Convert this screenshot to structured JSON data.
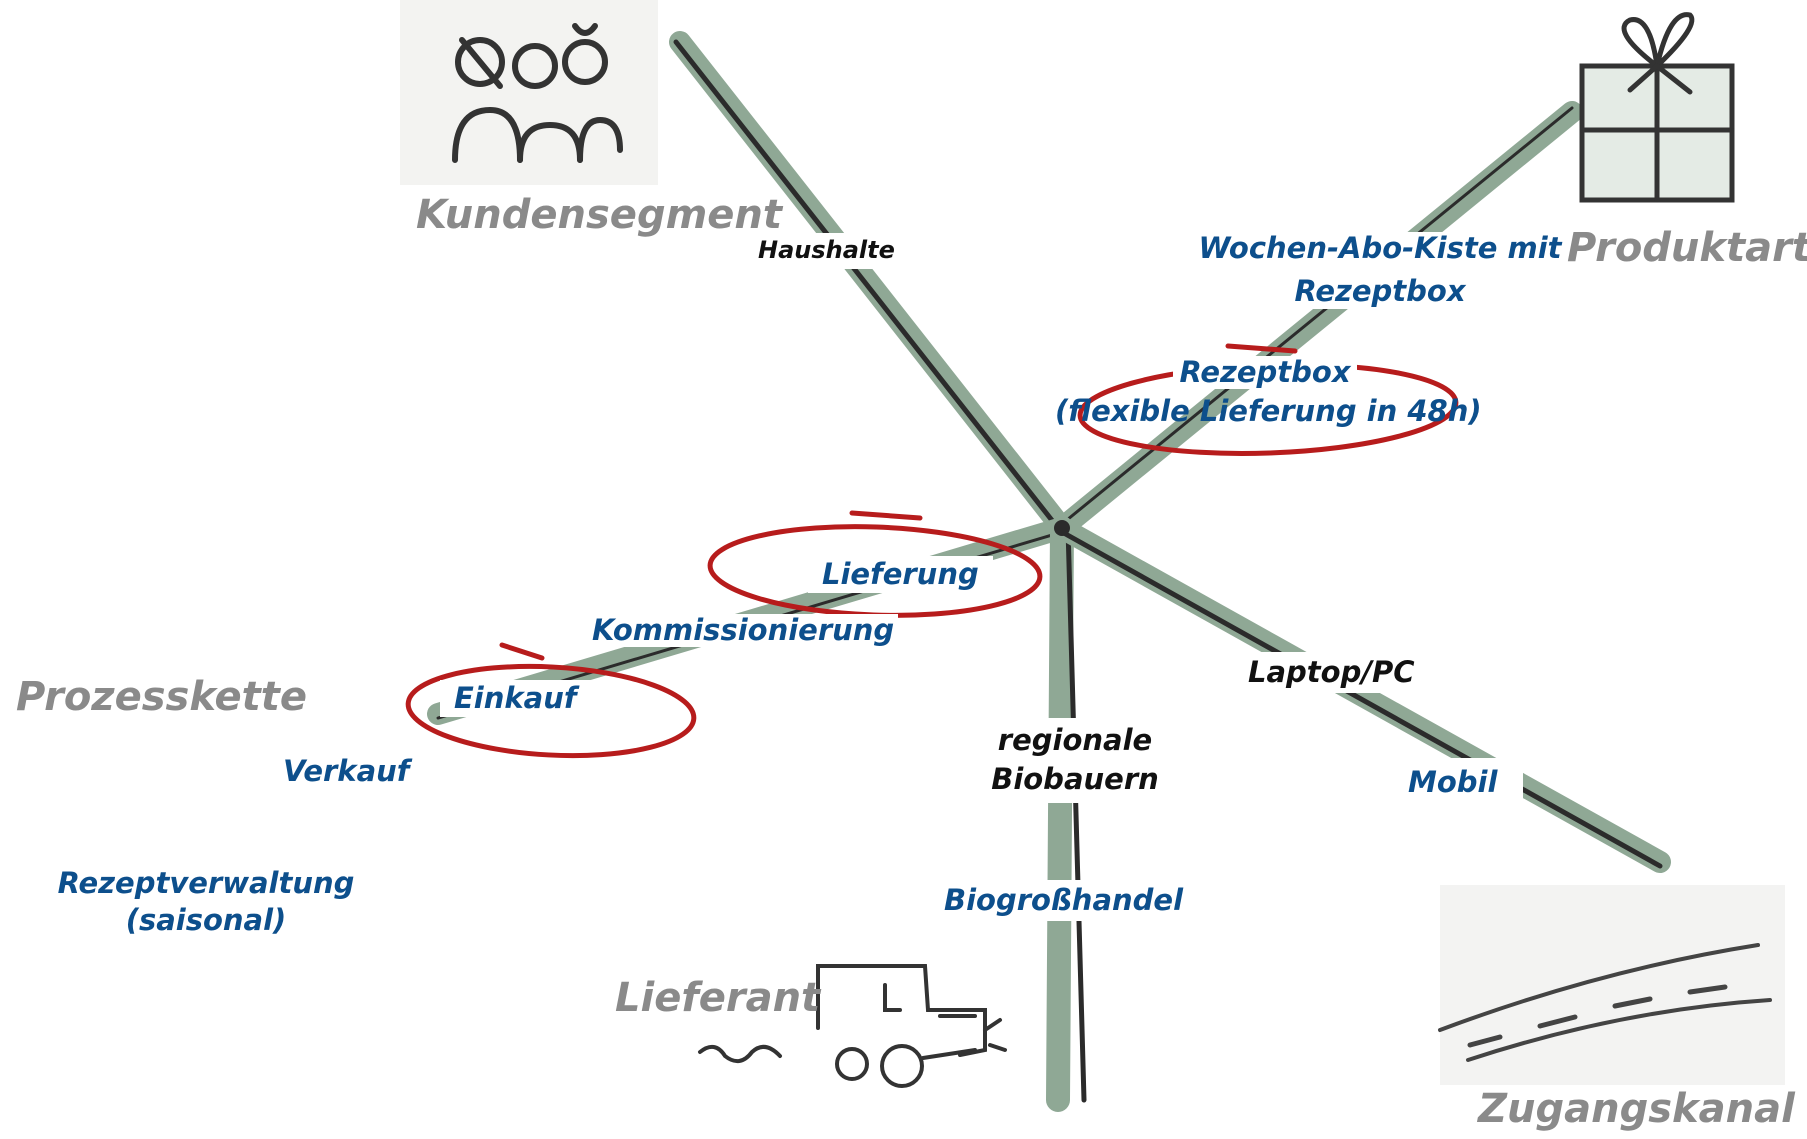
{
  "colors": {
    "axis_fill": "#8fa895",
    "axis_stroke": "#2b2b2b",
    "label_blue": "#0d4f8c",
    "axis_title": "#8a8a8a",
    "highlight": "#b71c1c"
  },
  "axes": {
    "kundensegment": "Kundensegment",
    "produktart": "Produktart",
    "prozesskette": "Prozesskette",
    "lieferant": "Lieferant",
    "zugangskanal": "Zugangskanal"
  },
  "labels": {
    "haushalte": "Haushalte",
    "wochen_abo_line1": "Wochen-Abo-Kiste mit",
    "wochen_abo_line2": "Rezeptbox",
    "rezeptbox_line1": "Rezeptbox",
    "rezeptbox_line2": "(flexible Lieferung in 48h)",
    "lieferung": "Lieferung",
    "kommissionierung": "Kommissionierung",
    "einkauf": "Einkauf",
    "verkauf": "Verkauf",
    "rezeptverwaltung_line1": "Rezeptverwaltung",
    "rezeptverwaltung_line2": "(saisonal)",
    "laptop": "Laptop/PC",
    "regionale_line1": "regionale",
    "regionale_line2": "Biobauern",
    "mobil": "Mobil",
    "biogrosshandel": "Biogroßhandel"
  },
  "icons": [
    "people-icon",
    "gift-icon",
    "tractor-icon",
    "road-icon"
  ],
  "highlighted": [
    "Rezeptbox",
    "Lieferung",
    "Einkauf"
  ]
}
